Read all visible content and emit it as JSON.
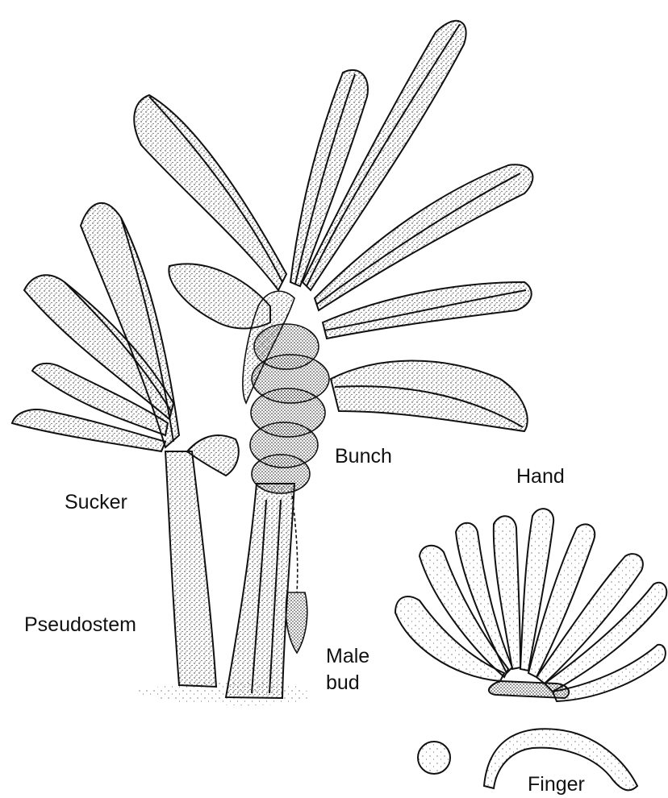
{
  "labels": {
    "sucker": "Sucker",
    "pseudostem": "Pseudostem",
    "bunch": "Bunch",
    "hand": "Hand",
    "male_bud_line1": "Male",
    "male_bud_line2": "bud",
    "finger": "Finger"
  },
  "colors": {
    "ink": "#111111",
    "paper": "#ffffff"
  }
}
